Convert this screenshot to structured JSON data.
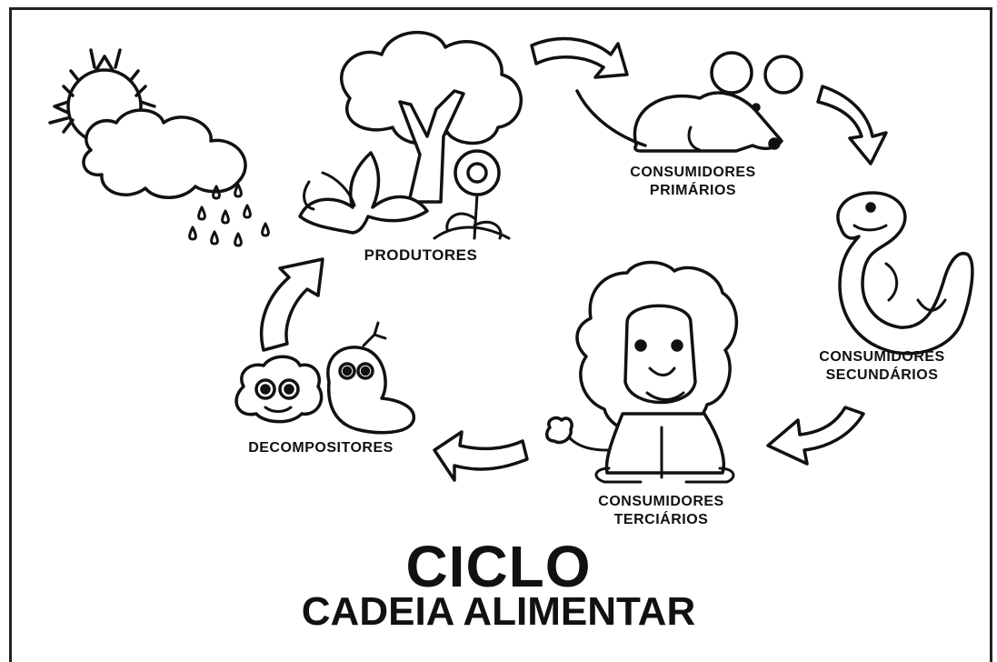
{
  "diagram": {
    "title": "CICLO",
    "subtitle": "CADEIA ALIMENTAR",
    "nodes": {
      "produtores": [
        "PRODUTORES"
      ],
      "primarios": [
        "CONSUMIDORES",
        "PRIMÁRIOS"
      ],
      "secundarios": [
        "CONSUMIDORES",
        "SECUNDÁRIOS"
      ],
      "terciarios": [
        "CONSUMIDORES",
        "TERCIÁRIOS"
      ],
      "decompositores": [
        "DECOMPOSITORES"
      ]
    },
    "cycle_order": [
      "produtores",
      "primarios",
      "secundarios",
      "terciarios",
      "decompositores"
    ],
    "colors": {
      "ink": "#111111",
      "fill": "#ffffff"
    }
  }
}
